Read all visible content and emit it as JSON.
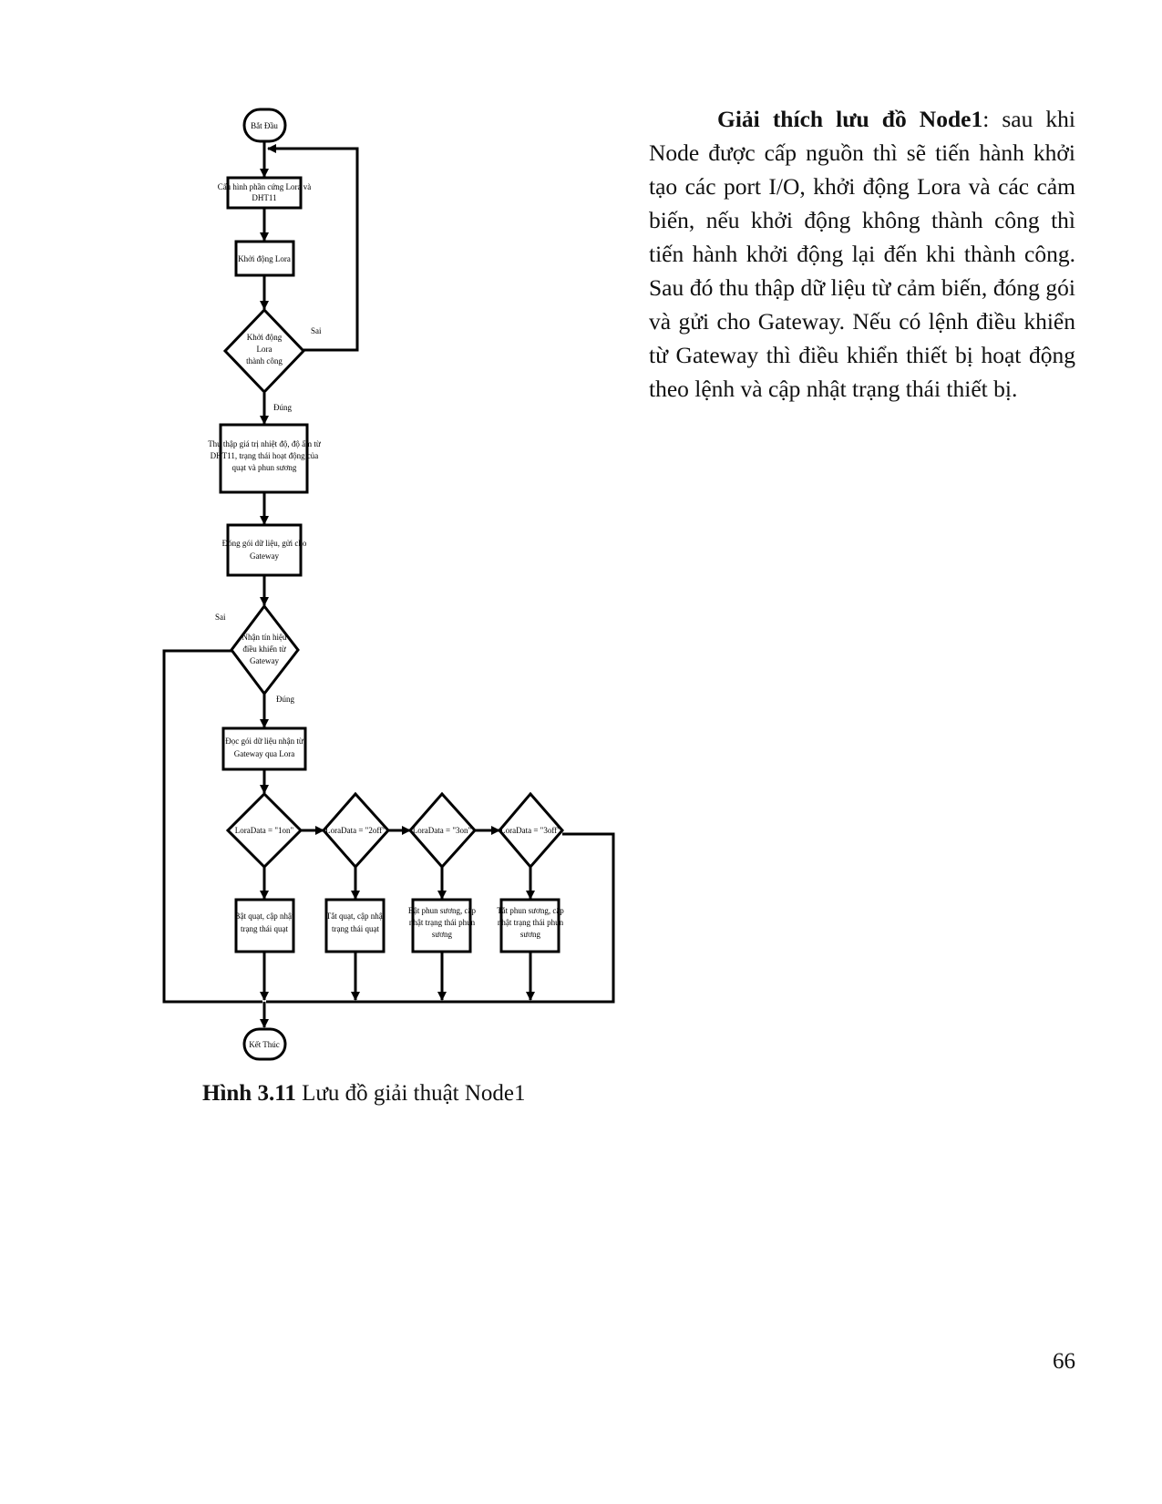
{
  "flowchart": {
    "start": "Bắt Đầu",
    "config": "Cấu hình phần cứng Lora và DHT11",
    "init_lora": "Khởi động Lora",
    "check_lora": "Khởi động Lora thành công",
    "collect": "Thu thập giá trị nhiệt độ, độ ẩm từ DHT11, trạng thái hoạt động của quạt và phun sương",
    "pack_send": "Đóng gói dữ liệu, gửi cho Gateway",
    "receive_check": "Nhận tín hiệu điều khiển từ Gateway",
    "read_data": "Đọc gói dữ liệu nhận từ Gateway qua Lora",
    "cond1": "LoraData = \"1on\"",
    "cond2": "LoraData = \"2off\"",
    "cond3": "LoraData = \"3on\"",
    "cond4": "LoraData = \"3off\"",
    "act1": "Bật quạt, cập nhật trạng thái quạt",
    "act2": "Tắt quạt, cập nhật trạng thái quạt",
    "act3": "Bật phun sương, cập nhật trạng thái phun sương",
    "act4": "Tắt phun sương, cập nhật trạng thái phun sương",
    "end": "Kết Thúc",
    "label_false": "Sai",
    "label_true": "Đúng"
  },
  "caption": {
    "label": "Hình 3.11",
    "text": "Lưu đồ giải thuật Node1"
  },
  "explanation": {
    "heading": "Giải thích lưu đồ Node1",
    "body": ": sau khi Node được cấp nguồn thì sẽ tiến hành khởi tạo các port I/O, khởi động Lora và các cảm biến, nếu khởi động không thành công thì tiến hành khởi động lại đến khi thành công. Sau đó thu thập dữ liệu từ cảm biến, đóng gói và gửi cho Gateway. Nếu có lệnh điều khiển từ Gateway thì điều khiển thiết bị hoạt động theo lệnh và cập nhật trạng thái thiết bị."
  },
  "page_number": "66"
}
